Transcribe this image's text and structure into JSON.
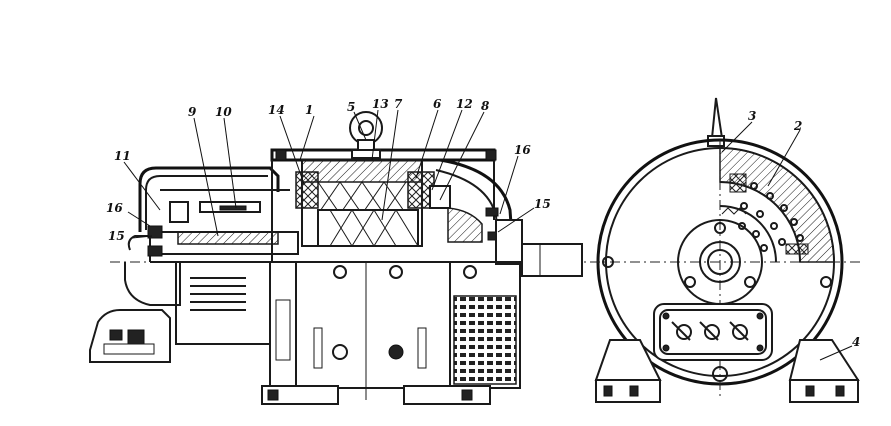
{
  "callouts": [
    {
      "label": "1"
    },
    {
      "label": "2"
    },
    {
      "label": "3"
    },
    {
      "label": "4"
    },
    {
      "label": "5"
    },
    {
      "label": "6"
    },
    {
      "label": "7"
    },
    {
      "label": "8"
    },
    {
      "label": "9"
    },
    {
      "label": "10"
    },
    {
      "label": "11"
    },
    {
      "label": "12"
    },
    {
      "label": "13"
    },
    {
      "label": "14"
    },
    {
      "label": "15"
    },
    {
      "label": "15"
    },
    {
      "label": "16"
    },
    {
      "label": "16"
    }
  ]
}
